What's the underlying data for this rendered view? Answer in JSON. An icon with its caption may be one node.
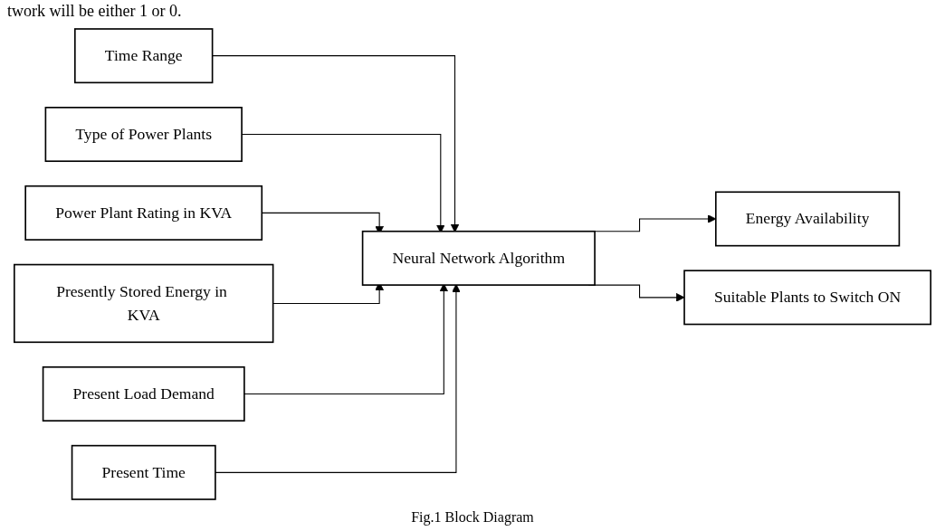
{
  "diagram": {
    "caption": "Fig.1 Block Diagram",
    "nodes": [
      {
        "text": [
          "Time Range"
        ]
      },
      {
        "text": [
          "Type of Power Plants"
        ]
      },
      {
        "text": [
          "Power Plant Rating in KVA"
        ]
      },
      {
        "text": [
          "Presently Stored Energy in KVA"
        ]
      },
      {
        "text": [
          "Present Load Demand"
        ]
      },
      {
        "text": [
          "Neural Network Algorithm"
        ]
      },
      {
        "text": [
          "Present Time"
        ]
      },
      {
        "text": [
          "Energy Availability"
        ]
      },
      {
        "text": [
          "Suitable Plants to Switch ON"
        ]
      }
    ],
    "edges": [
      {
        "from": 0,
        "to": 5,
        "arrow": "to"
      },
      {
        "from": 1,
        "to": 5,
        "arrow": "to"
      },
      {
        "from": 2,
        "to": 5,
        "arrow": "to"
      },
      {
        "from": 3,
        "to": 5,
        "arrow": "to"
      },
      {
        "from": 4,
        "to": 5,
        "arrow": "to"
      },
      {
        "from": 6,
        "to": 5,
        "arrow": "to"
      },
      {
        "from": 5,
        "to": 7,
        "arrow": "to"
      },
      {
        "from": 5,
        "to": 8,
        "arrow": "to"
      }
    ],
    "labels": [
      "twork will be either 1 or 0."
    ]
  }
}
